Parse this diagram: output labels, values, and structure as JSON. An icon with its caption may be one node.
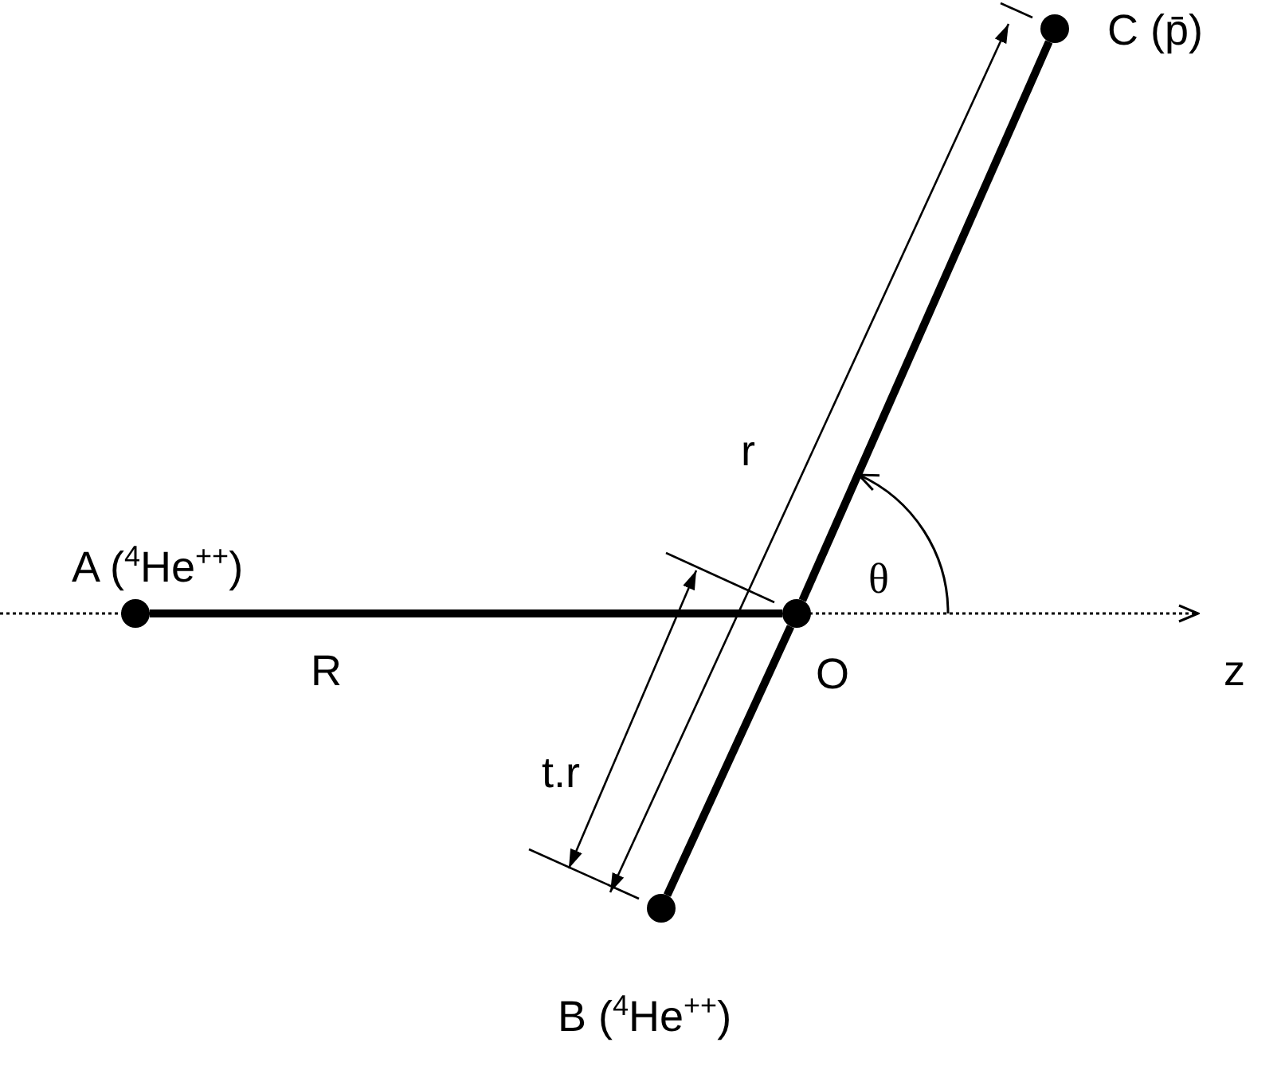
{
  "diagram": {
    "nodes": [
      {
        "text": [],
        "shape": "circle",
        "beside": [
          "A ($^{4}$He$^{++}$)"
        ]
      },
      {
        "text": [],
        "shape": "circle",
        "beside": [
          "O"
        ]
      },
      {
        "text": [],
        "shape": "circle",
        "beside": [
          "C (p̄)"
        ]
      },
      {
        "text": [],
        "shape": "circle",
        "beside": [
          "B ($^{4}$He$^{++}$)"
        ]
      }
    ],
    "edges": [
      {
        "from": 0,
        "to": 1,
        "arrow": "none"
      },
      {
        "from": 1,
        "to": 2,
        "arrow": "none"
      },
      {
        "from": 1,
        "to": 3,
        "arrow": "none"
      }
    ],
    "labels": [
      "r",
      "θ",
      "R",
      "t.r",
      "z"
    ]
  }
}
